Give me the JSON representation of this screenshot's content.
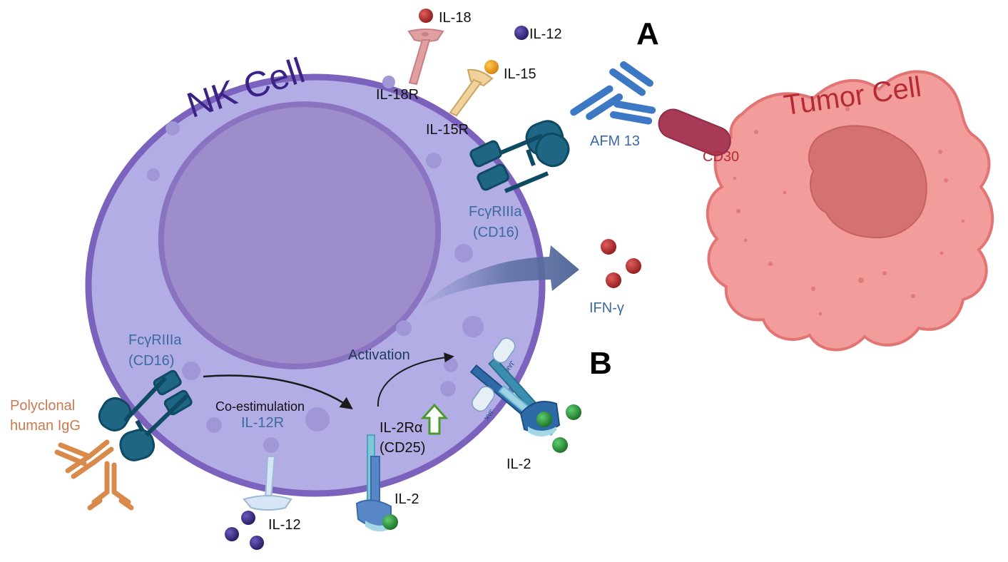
{
  "labels": {
    "panel_a": "A",
    "panel_b": "B",
    "nk_cell": "NK Cell",
    "tumor_cell": "Tumor Cell",
    "il18": "IL-18",
    "il12_top": "IL-12",
    "il15": "IL-15",
    "il18r": "IL-18R",
    "il15r": "IL-15R",
    "afm13": "AFM 13",
    "cd30": "CD30",
    "fcgr_top_1": "FcγRIIIa",
    "fcgr_top_2": "(CD16)",
    "ifn_gamma": "IFN-γ",
    "fcgr_bottom_1": "FcγRIIIa",
    "fcgr_bottom_2": "(CD16)",
    "activation": "Activation",
    "polyclonal_1": "Polyclonal",
    "polyclonal_2": "human IgG",
    "co_estimulation": "Co-estimulation",
    "il12r": "IL-12R",
    "il2ra_1": "IL-2Rα",
    "il2ra_2": "(CD25)",
    "il2_left": "IL-2",
    "il2_right": "IL-2",
    "il12_bottom": "IL-12",
    "jak_1": "JAK",
    "jak_2": "JAK"
  },
  "colors": {
    "nk_cell_fill": "#b3ade6",
    "nk_cell_border": "#7b63bd",
    "nucleus_fill": "#9e8dcb",
    "nucleus_border": "#8a74c2",
    "nk_text": "#3a2385",
    "tumor_fill": "#f29c9c",
    "tumor_border": "#e27474",
    "tumor_nucleus": "#d47272",
    "tumor_text": "#b52b35",
    "receptor_dark": "#1f6684",
    "antibody_blue": "#3d78c4",
    "antibody_orange": "#d98a4a",
    "cd30": "#a83a58",
    "il18_bead": "#b22b2b",
    "il12_bead": "#3b2d86",
    "il15_bead": "#e59a19",
    "il2_bead": "#2d9a3c",
    "ifn_bead": "#a82628",
    "label_blue": "#3a6aa0",
    "label_orange": "#c97a4e"
  }
}
